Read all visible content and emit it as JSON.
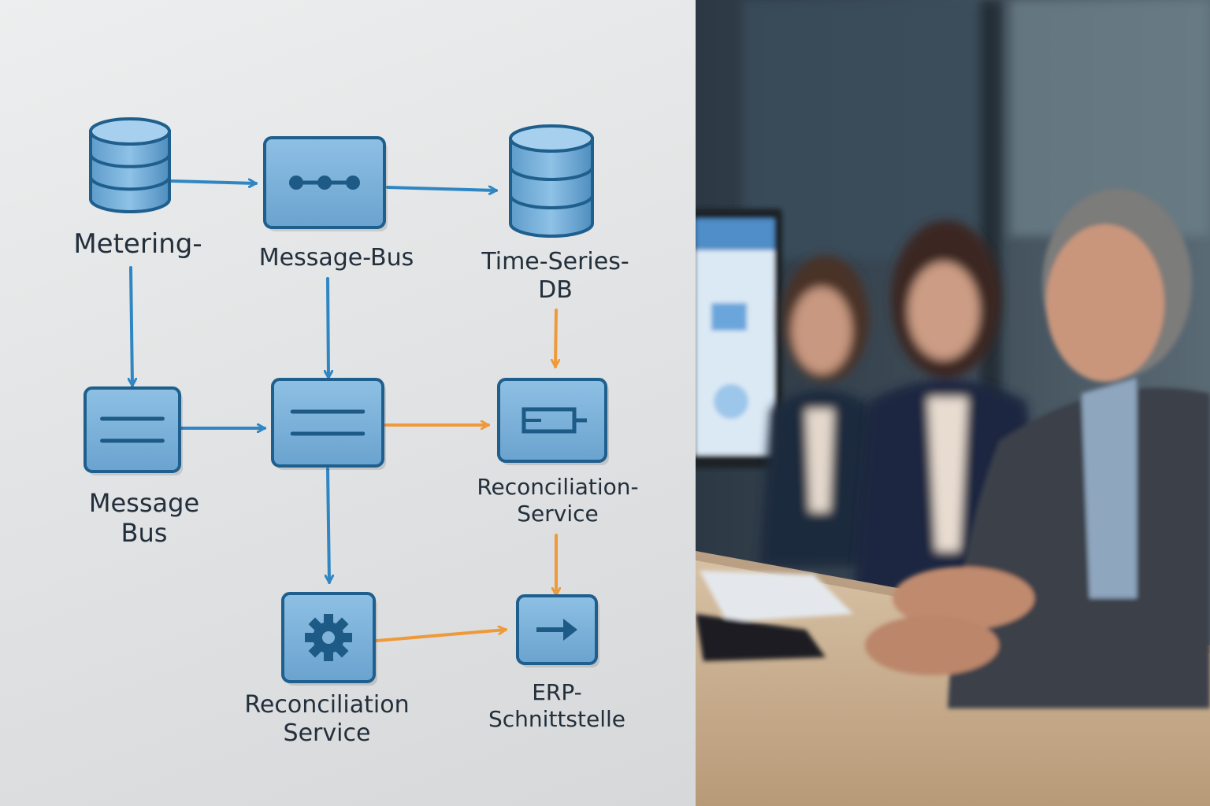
{
  "diagram": {
    "nodes": [
      {
        "id": "metering",
        "label": "Metering-",
        "icon": "database-icon"
      },
      {
        "id": "message_bus_top",
        "label": "Message-Bus",
        "icon": "message-bus-icon"
      },
      {
        "id": "time_series_db",
        "label": "Time-Series-\nDB",
        "icon": "database-icon"
      },
      {
        "id": "message_bus_left",
        "label": "Message\nBus",
        "icon": "list-icon"
      },
      {
        "id": "processor",
        "label": "",
        "icon": "list-icon"
      },
      {
        "id": "reconciliation_service_right",
        "label": "Reconciliation-\nService",
        "icon": "battery-icon"
      },
      {
        "id": "reconciliation_service_bottom",
        "label": "Reconciliation\nService",
        "icon": "gear-icon"
      },
      {
        "id": "erp_interface",
        "label": "ERP-\nSchnittstelle",
        "icon": "arrow-right-icon"
      }
    ],
    "edges": [
      {
        "from": "metering",
        "to": "message_bus_top",
        "color": "#2f86c2"
      },
      {
        "from": "message_bus_top",
        "to": "time_series_db",
        "color": "#2f86c2"
      },
      {
        "from": "metering",
        "to": "message_bus_left",
        "color": "#2f86c2"
      },
      {
        "from": "message_bus_top",
        "to": "processor",
        "color": "#2f86c2"
      },
      {
        "from": "message_bus_left",
        "to": "processor",
        "color": "#2f86c2"
      },
      {
        "from": "time_series_db",
        "to": "reconciliation_service_right",
        "color": "#ee9a3a"
      },
      {
        "from": "processor",
        "to": "reconciliation_service_right",
        "color": "#ee9a3a"
      },
      {
        "from": "processor",
        "to": "reconciliation_service_bottom",
        "color": "#2f86c2"
      },
      {
        "from": "reconciliation_service_bottom",
        "to": "erp_interface",
        "color": "#ee9a3a"
      },
      {
        "from": "reconciliation_service_right",
        "to": "erp_interface",
        "color": "#ee9a3a"
      }
    ]
  },
  "colors": {
    "box_fill": "#7fb3d9",
    "box_stroke": "#1f5f8d",
    "icon_dark": "#1d5a86",
    "blue_arrow": "#2f86c2",
    "orange_arrow": "#ee9a3a",
    "label": "#232f3b"
  }
}
